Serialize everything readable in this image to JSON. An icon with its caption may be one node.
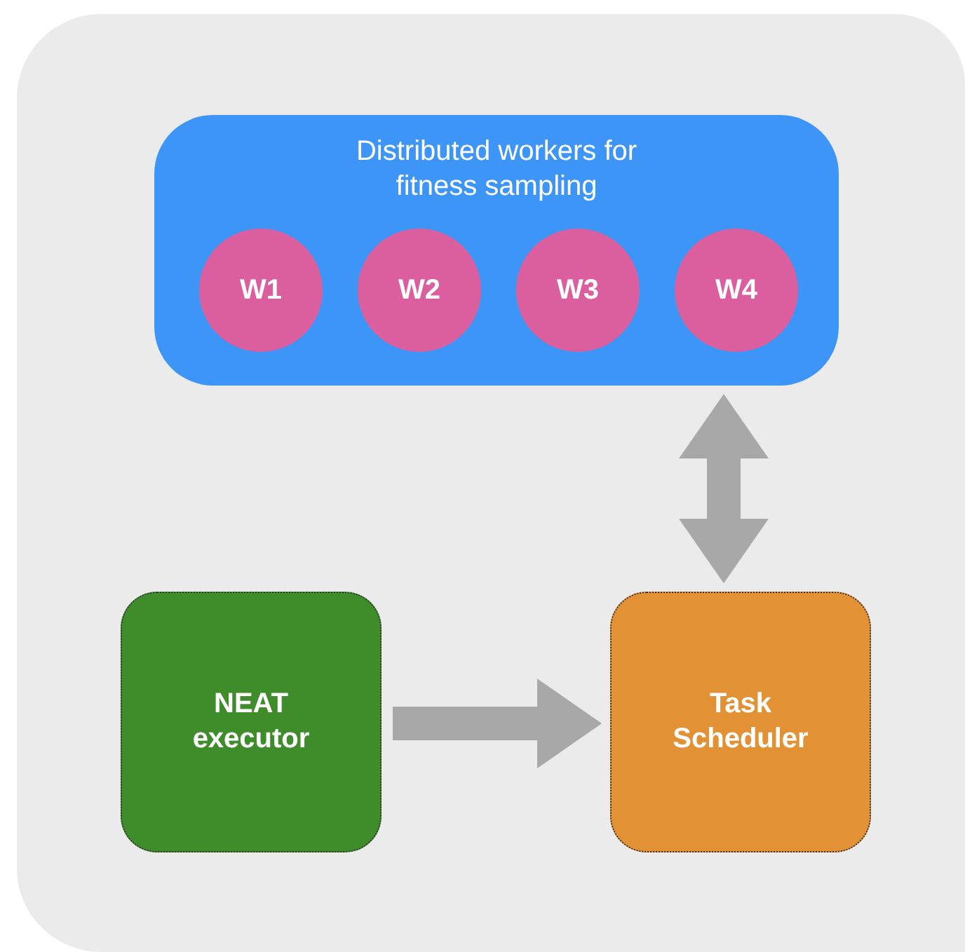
{
  "diagram": {
    "nodes": [
      {
        "text": [
          "Distributed workers for fitness sampling"
        ]
      },
      {
        "text": [
          "W1"
        ],
        "in": 0
      },
      {
        "text": [
          "W2"
        ],
        "in": 0
      },
      {
        "text": [
          "W3"
        ],
        "in": 0
      },
      {
        "text": [
          "W4"
        ],
        "in": 0
      },
      {
        "text": [
          "NEAT executor"
        ]
      },
      {
        "text": [
          "Task Scheduler"
        ]
      }
    ],
    "edges": [
      {
        "from": 5,
        "to": 6,
        "arrow": "to"
      },
      {
        "from": 6,
        "to": 0,
        "arrow": "both"
      }
    ]
  }
}
